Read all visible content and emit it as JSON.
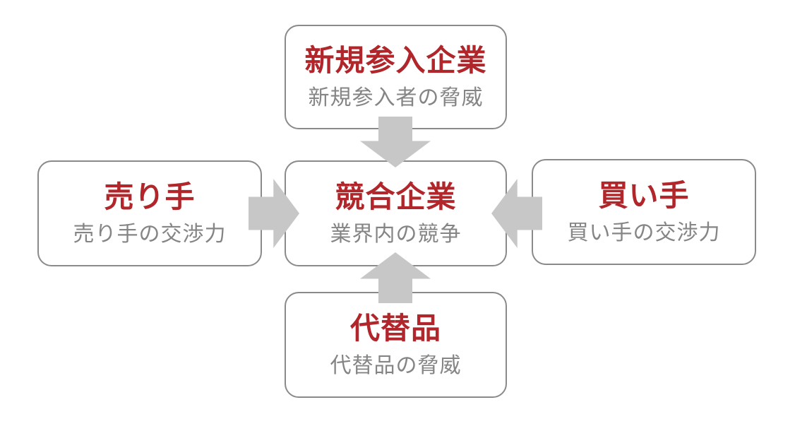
{
  "diagram_name": "five-forces",
  "boxes": {
    "new_entrants": {
      "title": "新規参入企業",
      "subtitle": "新規参入者の脅威"
    },
    "suppliers": {
      "title": "売り手",
      "subtitle": "売り手の交渉力"
    },
    "rivalry": {
      "title": "競合企業",
      "subtitle": "業界内の競争"
    },
    "buyers": {
      "title": "買い手",
      "subtitle": "買い手の交渉力"
    },
    "substitutes": {
      "title": "代替品",
      "subtitle": "代替品の脅威"
    }
  },
  "arrows": {
    "from_new_entrants": "down",
    "from_suppliers": "right",
    "from_buyers": "left",
    "from_substitutes": "up"
  },
  "colors": {
    "heading_red": "#b0262a",
    "subtitle_gray": "#858585",
    "border_gray": "#8a8a8a",
    "arrow_gray": "#c7c7c7",
    "background": "#ffffff"
  }
}
